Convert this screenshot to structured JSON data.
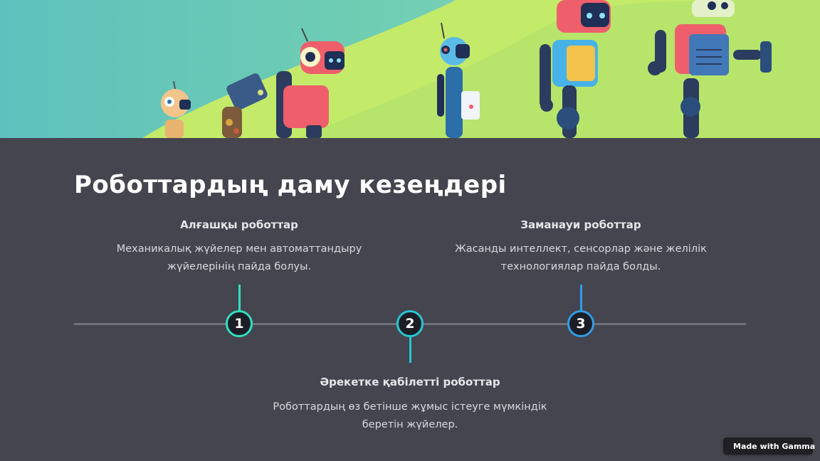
{
  "slide": {
    "title": "Роботтардың даму кезеңдері"
  },
  "hero": {
    "image_description_icon": "robots-evolution-illustration"
  },
  "steps": [
    {
      "number": "1",
      "title": "Алғашқы роботтар",
      "description": "Механикалық жүйелер мен автоматтандыру жүйелерінің пайда болуы.",
      "color": "#2fe0c0"
    },
    {
      "number": "2",
      "title": "Әрекетке қабілетті роботтар",
      "description": "Роботтардың өз бетінше жұмыс істеуге мүмкіндік беретін жүйелер.",
      "color": "#25c9d3"
    },
    {
      "number": "3",
      "title": "Заманауи роботтар",
      "description": "Жасанды интеллект, сенсорлар және желілік технологиялар пайда болды.",
      "color": "#2f9ee8"
    }
  ],
  "badge": {
    "label": "Made with Gamma",
    "icon": "gamma-logo-icon"
  },
  "colors": {
    "background": "#45454f",
    "timeline": "#707079"
  }
}
